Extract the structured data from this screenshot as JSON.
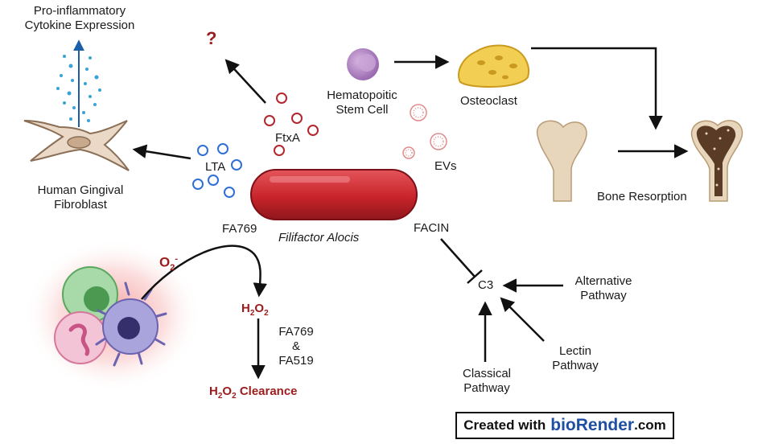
{
  "labels": {
    "pro_inflam_1": "Pro-inflammatory",
    "pro_inflam_2": "Cytokine Expression",
    "question": "?",
    "hsc_1": "Hematopoitic",
    "hsc_2": "Stem Cell",
    "osteoclast": "Osteoclast",
    "ftxa": "FtxA",
    "evs": "EVs",
    "lta": "LTA",
    "hgf_1": "Human Gingival",
    "hgf_2": "Fibroblast",
    "fa769": "FA769",
    "bacterium": "Filifactor Alocis",
    "facin": "FACIN",
    "bone_resorption": "Bone Resorption",
    "superoxide": "O",
    "superoxide_sup": "2",
    "superoxide_charge": "-",
    "h2o2_h": "H",
    "h2o2_sub1": "2",
    "h2o2_o": "O",
    "h2o2_sub2": "2",
    "enzymes_1": "FA769",
    "enzymes_2": "&",
    "enzymes_3": "FA519",
    "clearance": "Clearance",
    "c3": "C3",
    "alt_1": "Alternative",
    "alt_2": "Pathway",
    "lectin_1": "Lectin",
    "lectin_2": "Pathway",
    "classical_1": "Classical",
    "classical_2": "Pathway"
  },
  "badge": {
    "prefix": "Created with",
    "brand": "bioRender",
    "suffix": ".com"
  },
  "colors": {
    "bacterium": "#c8242b",
    "lta_circles": "#2f6fd6",
    "ftxa_circles": "#b3262d",
    "osteoclast": "#f2cf52",
    "hsc": "#b98cc9",
    "bone": "#e8d6bc",
    "label_red": "#9b1c1c",
    "brand_blue": "#1f4fa3"
  }
}
